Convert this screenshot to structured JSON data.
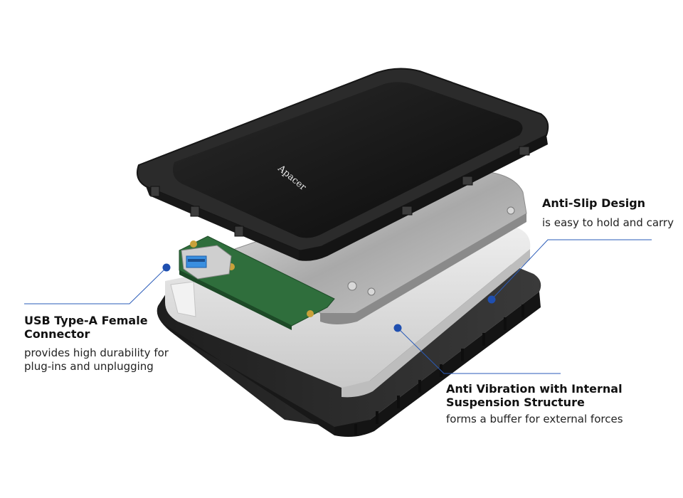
{
  "product": {
    "brand_logo": "Apacer"
  },
  "callouts": {
    "usb": {
      "title": "USB Type-A Female Connector",
      "description": "provides high durability for plug-ins and unplugging"
    },
    "anti_slip": {
      "title": "Anti-Slip Design",
      "description": "is easy to hold and carry"
    },
    "anti_vibration": {
      "title": "Anti Vibration with Internal Suspension Structure",
      "description": "forms a buffer for external forces"
    }
  },
  "colors": {
    "leader_line": "#2a5bb8",
    "leader_dot": "#1f4fb0",
    "cover_top": "#111111",
    "bumper": "#2a2a2a",
    "inner_frame": "#d9d9d9",
    "pcb": "#2e6b3a",
    "usb_port": "#3a8fe0",
    "drive_metal": "#b8b8b8"
  }
}
